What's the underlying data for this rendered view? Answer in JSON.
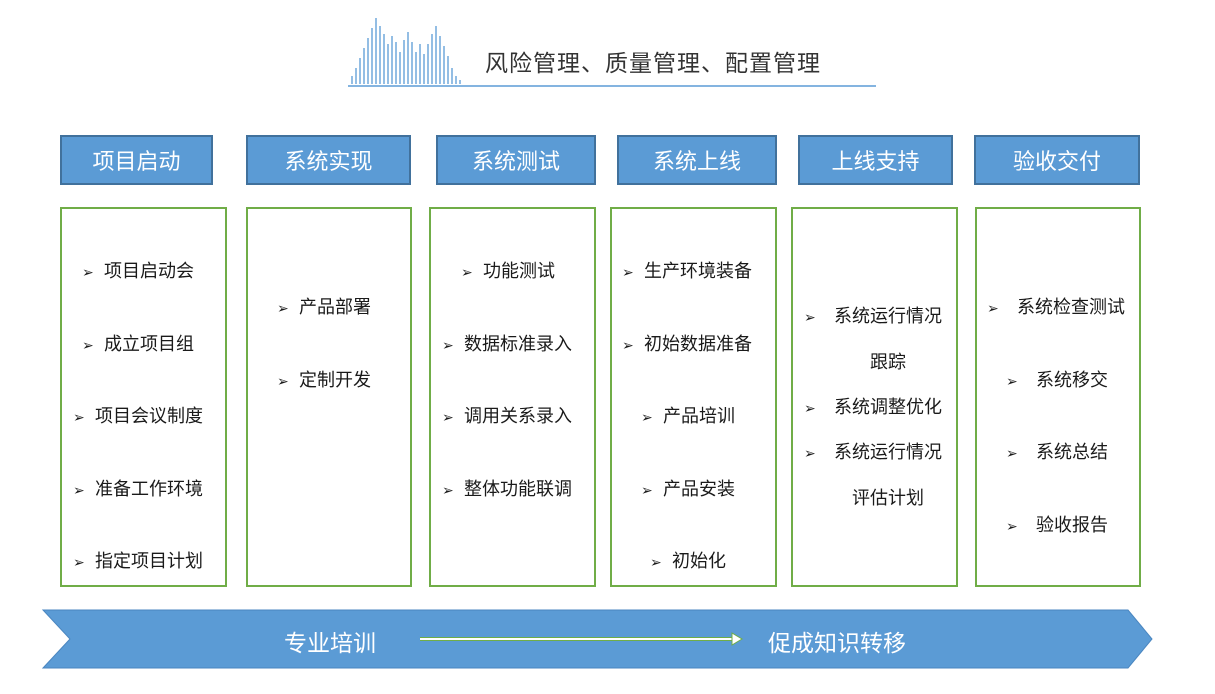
{
  "header": {
    "title": "风险管理、质量管理、配置管理"
  },
  "phases": [
    {
      "title": "项目启动",
      "items": [
        "项目启动会",
        "成立项目组",
        "项目会议制度",
        "准备工作环境",
        "指定项目计划"
      ]
    },
    {
      "title": "系统实现",
      "items": [
        "产品部署",
        "定制开发"
      ]
    },
    {
      "title": "系统测试",
      "items": [
        "功能测试",
        "数据标准录入",
        "调用关系录入",
        "整体功能联调"
      ]
    },
    {
      "title": "系统上线",
      "items": [
        "生产环境装备",
        "初始数据准备",
        "产品培训",
        "产品安装",
        "初始化"
      ]
    },
    {
      "title": "上线支持",
      "items": [
        "系统运行情况",
        "跟踪",
        "系统调整优化",
        "系统运行情况",
        "评估计划"
      ]
    },
    {
      "title": "验收交付",
      "items": [
        "系统检查测试",
        "系统移交",
        "系统总结",
        "验收报告"
      ]
    }
  ],
  "banner": {
    "left_label": "专业培训",
    "right_label": "促成知识转移"
  },
  "colors": {
    "header_fill": "#5b9bd5",
    "header_border": "#41719c",
    "box_border": "#70ad47",
    "banner_fill": "#5b9bd5",
    "connector_arrow": "#70ad47"
  }
}
